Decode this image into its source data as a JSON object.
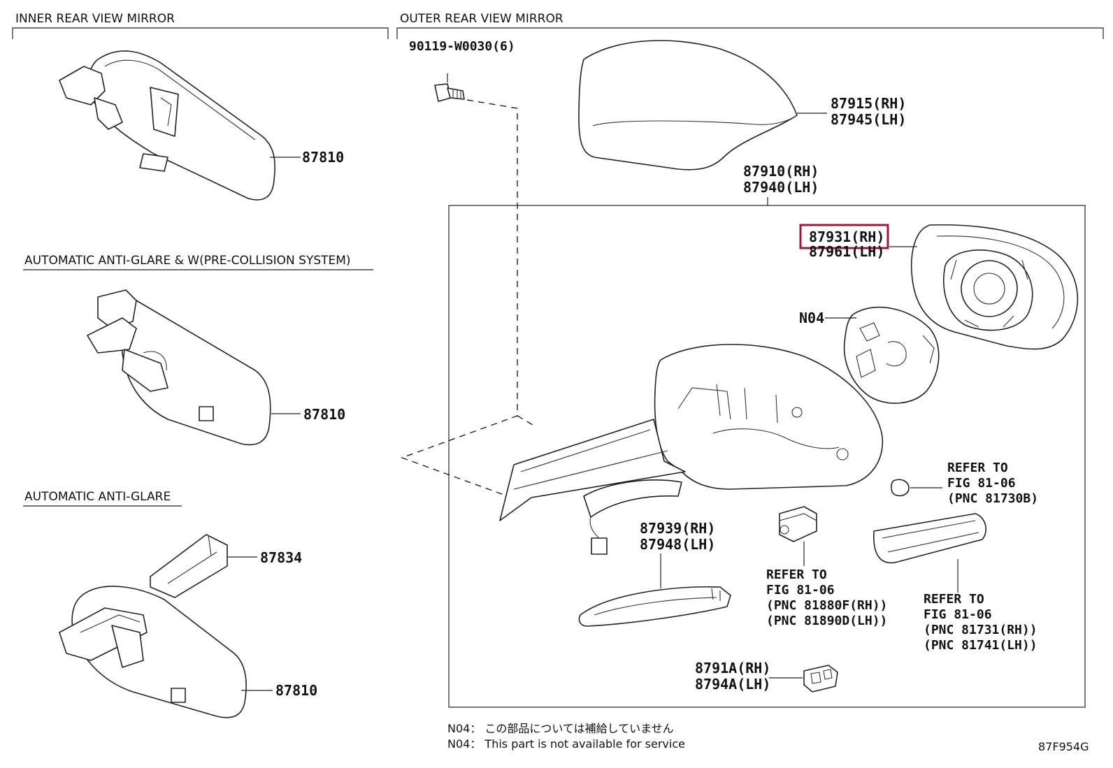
{
  "sections": {
    "inner": "INNER REAR VIEW MIRROR",
    "outer": "OUTER REAR VIEW MIRROR",
    "auto_pre": "AUTOMATIC ANTI-GLARE & W(PRE-COLLISION SYSTEM)",
    "auto": "AUTOMATIC ANTI-GLARE"
  },
  "parts": {
    "inner_mirror_1": "87810",
    "inner_mirror_2": "87810",
    "inner_mirror_3": "87810",
    "cover": "87834",
    "bolt": "90119-W0030(6)",
    "cap_rh": "87915(RH)",
    "cap_lh": "87945(LH)",
    "assy_rh": "87910(RH)",
    "assy_lh": "87940(LH)",
    "glass_rh": "87931(RH)",
    "glass_lh": "87961(LH)",
    "actuator": "N04",
    "lamp_rh": "87939(RH)",
    "lamp_lh": "87948(LH)",
    "small_rh": "8791A(RH)",
    "small_lh": "8794A(LH)"
  },
  "refers": {
    "bulb": [
      "REFER TO",
      "FIG 81-06",
      "(PNC 81730B)"
    ],
    "camera": [
      "REFER TO",
      "FIG 81-06",
      "(PNC 81880F(RH))",
      "(PNC 81890D(LH))"
    ],
    "signal": [
      "REFER TO",
      "FIG 81-06",
      "(PNC 81731(RH))",
      "(PNC 81741(LH))"
    ]
  },
  "notes": {
    "jp": "N04： この部品については補給していません",
    "en": "N04： This part is not available for service"
  },
  "figure_code": "87F954G",
  "highlight_color": "#9b1b3a"
}
